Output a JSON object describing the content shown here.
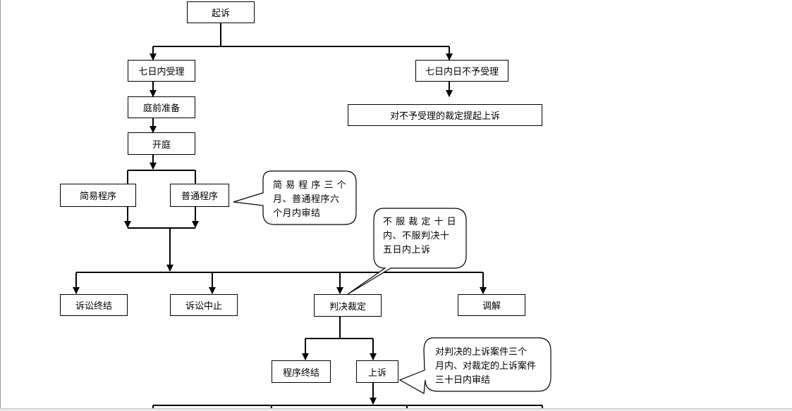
{
  "nodes": {
    "sue": "起诉",
    "accept": "七日内受理",
    "reject": "七日内日不予受理",
    "appeal_reject": "对不予受理的裁定提起上诉",
    "pretrial": "庭前准备",
    "open_court": "开庭",
    "simple": "简易程序",
    "ordinary": "普通程序",
    "terminate": "诉讼终结",
    "suspend": "诉讼中止",
    "judgment": "判决裁定",
    "mediation": "调解",
    "proc_end": "程序终结",
    "appeal": "上诉"
  },
  "callouts": {
    "trial_time": {
      "lines": [
        "简 易 程 序 三 个",
        "月、普通程序六",
        "个月内审结"
      ]
    },
    "appeal_window": {
      "lines": [
        "不 服 裁 定 十 日",
        "内、不服判决十",
        "五日内上诉"
      ]
    },
    "appeal_time": {
      "lines": [
        "对判决的上诉案件三个",
        "月内、对裁定的上诉案件",
        "三十日内审结"
      ]
    }
  }
}
